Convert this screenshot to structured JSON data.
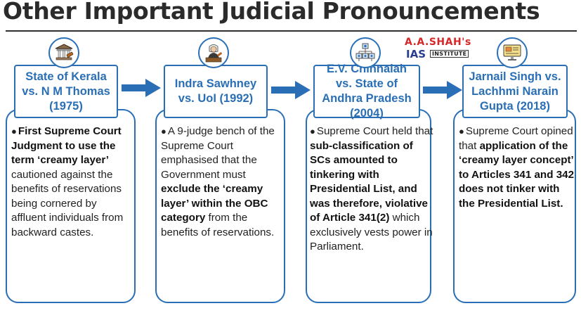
{
  "title": "Other Important Judicial Pronouncements",
  "brand": {
    "top": "A.A.SHAH's",
    "ias": "IAS",
    "institute": "INSTITUTE"
  },
  "cases": [
    {
      "heading": "State of Kerala vs. N M Thomas (1975)",
      "icon": "gavel-courthouse-icon",
      "bullet_parts": [
        {
          "text": "First Supreme Court Judgment to use the term ‘creamy layer’",
          "bold": true
        },
        {
          "text": " cautioned against the benefits of reservations being cornered by affluent individuals from backward castes.",
          "bold": false
        }
      ]
    },
    {
      "heading": "Indra Sawhney vs. UoI (1992)",
      "icon": "judge-icon",
      "bullet_parts": [
        {
          "text": "A 9-judge bench of the Supreme Court emphasised that the Government must ",
          "bold": false
        },
        {
          "text": "exclude the ‘creamy layer’ within the OBC category",
          "bold": true
        },
        {
          "text": " from the benefits of reservations.",
          "bold": false
        }
      ]
    },
    {
      "heading": "E.V. Chinnaiah vs. State of Andhra Pradesh (2004)",
      "icon": "hierarchy-network-icon",
      "bullet_parts": [
        {
          "text": "Supreme Court held that ",
          "bold": false
        },
        {
          "text": "sub-classification of SCs amounted to tinkering with Presidential List, and was therefore, violative of Article 341(2)",
          "bold": true
        },
        {
          "text": " which exclusively vests power in Parliament.",
          "bold": false
        }
      ]
    },
    {
      "heading": "Jarnail Singh vs. Lachhmi Narain Gupta (2018)",
      "icon": "monitor-dashboard-icon",
      "bullet_parts": [
        {
          "text": "Supreme Court opined that ",
          "bold": false
        },
        {
          "text": "application of the ‘creamy layer concept’ to Articles 341 and 342 does not tinker with the Presidential List.",
          "bold": true
        }
      ]
    }
  ],
  "colors": {
    "accent": "#2a6fb5",
    "brand_red": "#d62828",
    "brand_navy": "#2a3d8f"
  }
}
